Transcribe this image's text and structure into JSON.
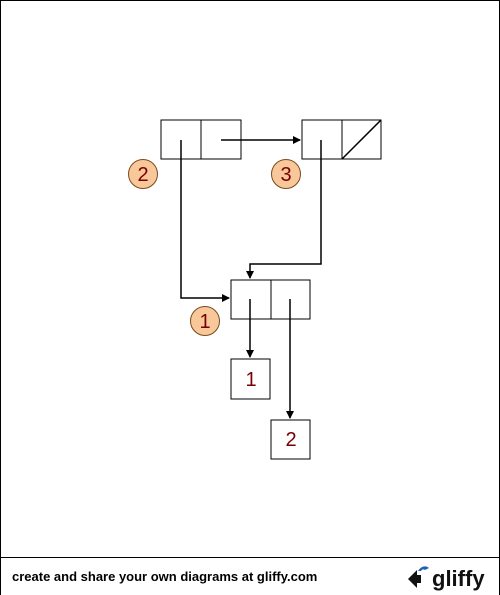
{
  "diagram": {
    "badges": [
      "2",
      "3",
      "1"
    ],
    "numbers": [
      "1",
      "2"
    ]
  },
  "footer": {
    "text": "create and share your own diagrams at gliffy.com",
    "logo_word": "gliffy"
  },
  "colors": {
    "badge_fill": "#f8c79a",
    "badge_stroke": "#7a4a1a",
    "number_text": "#7a0000",
    "logo_blue": "#1f5fb0"
  }
}
